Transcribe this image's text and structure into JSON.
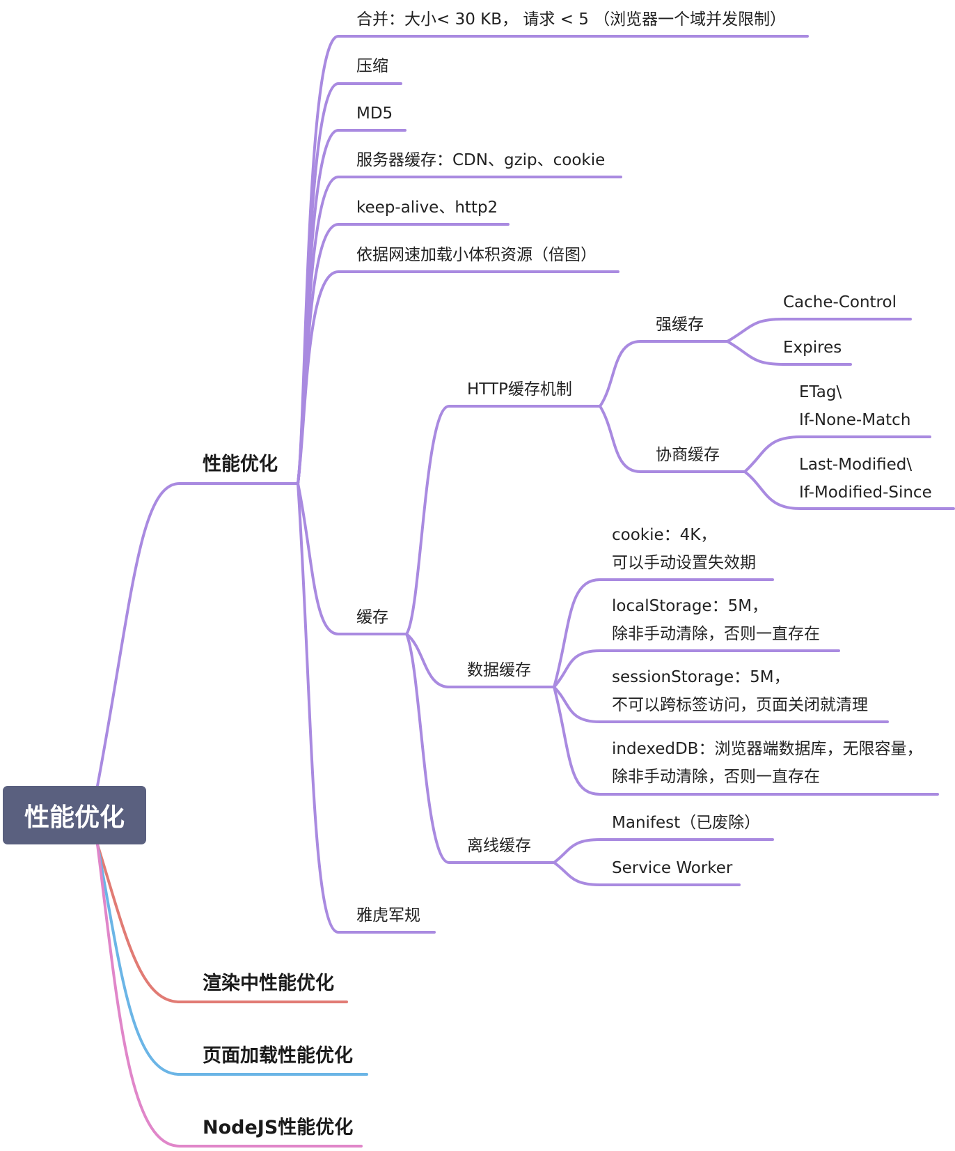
{
  "root": "性能优化",
  "colors": {
    "purple": "#a98ae0",
    "red": "#e17b74",
    "blue": "#6bb5e6",
    "pink": "#e086c9",
    "root_bg": "#5a607f"
  },
  "l1": {
    "perf": "性能优化",
    "render": "渲染中性能优化",
    "pageload": "页面加载性能优化",
    "node": "NodeJS性能优化"
  },
  "perf": {
    "merge": "合并：大小< 30 KB， 请求 < 5 （浏览器一个域并发限制）",
    "compress": "压缩",
    "md5": "MD5",
    "server_cache": "服务器缓存：CDN、gzip、cookie",
    "keepalive": "keep-alive、http2",
    "by_speed": "依据网速加载小体积资源（倍图）",
    "cache": "缓存",
    "yahoo": "雅虎军规"
  },
  "cache": {
    "http": "HTTP缓存机制",
    "data": "数据缓存",
    "offline": "离线缓存"
  },
  "http": {
    "strong": "强缓存",
    "negotiate": "协商缓存",
    "cache_control": "Cache-Control",
    "expires": "Expires",
    "etag_1": "ETag\\",
    "etag_2": "If-None-Match",
    "lastmod_1": "Last-Modified\\",
    "lastmod_2": "If-Modified-Since"
  },
  "data": {
    "cookie_1": "cookie：4K，",
    "cookie_2": "可以手动设置失效期",
    "local_1": "localStorage：5M，",
    "local_2": "除非手动清除，否则一直存在",
    "session_1": "sessionStorage：5M，",
    "session_2": "不可以跨标签访问，页面关闭就清理",
    "idb_1": "indexedDB：浏览器端数据库，无限容量，",
    "idb_2": "除非手动清除，否则一直存在"
  },
  "offline": {
    "manifest": "Manifest（已废除）",
    "sw": "Service Worker"
  }
}
